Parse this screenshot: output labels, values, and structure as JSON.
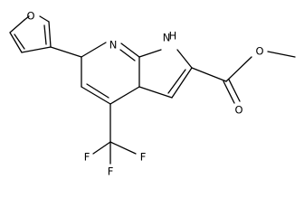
{
  "atoms": {
    "furan_oxygen": "O",
    "pyridine_nitrogen": "N",
    "pyrrole_nh": "H",
    "pyrrole_n": "N",
    "ester_ether_oxygen": "O",
    "ester_carbonyl_oxygen": "O",
    "fluorine_left": "F",
    "fluorine_right": "F",
    "fluorine_bottom": "F"
  },
  "colors": {
    "bond": "#000000",
    "label": "#000000",
    "background": "#ffffff"
  }
}
